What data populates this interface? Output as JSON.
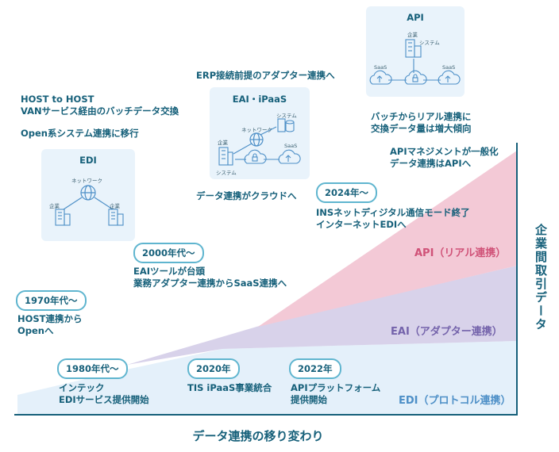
{
  "chart": {
    "axis_vertical_label": "企業間取引データ",
    "axis_horizontal_label": "データ連携の移り変わり",
    "bands": {
      "edi": "EDI（プロトコル連携）",
      "eai": "EAI（アダプター連携）",
      "api": "API（リアル連携）"
    },
    "colors": {
      "edi": "#e4f0fa",
      "eai": "#d8d2ea",
      "api": "#f3c9d6",
      "axis": "#16607a",
      "badge_border": "#5fb5cf"
    }
  },
  "top_notes": {
    "host_line1": "HOST to HOST",
    "host_line2": "VANサービス経由のバッチデータ交換",
    "open_shift": "Open系システム連携に移行",
    "erp": "ERP接続前提のアダプター連携へ",
    "cloud": "データ連携がクラウドへ",
    "batch_line1": "バッチからリアル連携に",
    "batch_line2": "交換データ量は増大傾向"
  },
  "boxes": {
    "edi": {
      "title": "EDI",
      "network": "ネットワーク",
      "company_left": "企業",
      "company_right": "企業"
    },
    "eai": {
      "title": "EAI・iPaaS",
      "network": "ネットワーク",
      "system_top": "システム",
      "company": "企業",
      "system_bottom": "システム",
      "saas": "SaaS"
    },
    "api": {
      "title": "API",
      "company": "企業",
      "system": "システム",
      "saas_left": "SaaS",
      "saas_right": "SaaS"
    }
  },
  "events": [
    {
      "badge": "1970年代〜",
      "line1": "HOST連携から",
      "line2": "Openへ"
    },
    {
      "badge": "2000年代〜",
      "line1": "EAIツールが台頭",
      "line2": "業務アダプター連携からSaaS連携へ"
    },
    {
      "badge": "2024年〜",
      "line1": "INSネットディジタル通信モード終了",
      "line2": "インターネットEDIへ"
    },
    {
      "badge": "1980年代〜",
      "line1": "インテック",
      "line2": "EDIサービス提供開始"
    },
    {
      "badge": "2020年",
      "line1": "TIS iPaaS事業統合",
      "line2": ""
    },
    {
      "badge": "2022年",
      "line1": "APIプラットフォーム",
      "line2": "提供開始"
    }
  ],
  "api_note": {
    "line1": "APIマネジメントが一般化",
    "line2": "データ連携はAPIへ"
  }
}
